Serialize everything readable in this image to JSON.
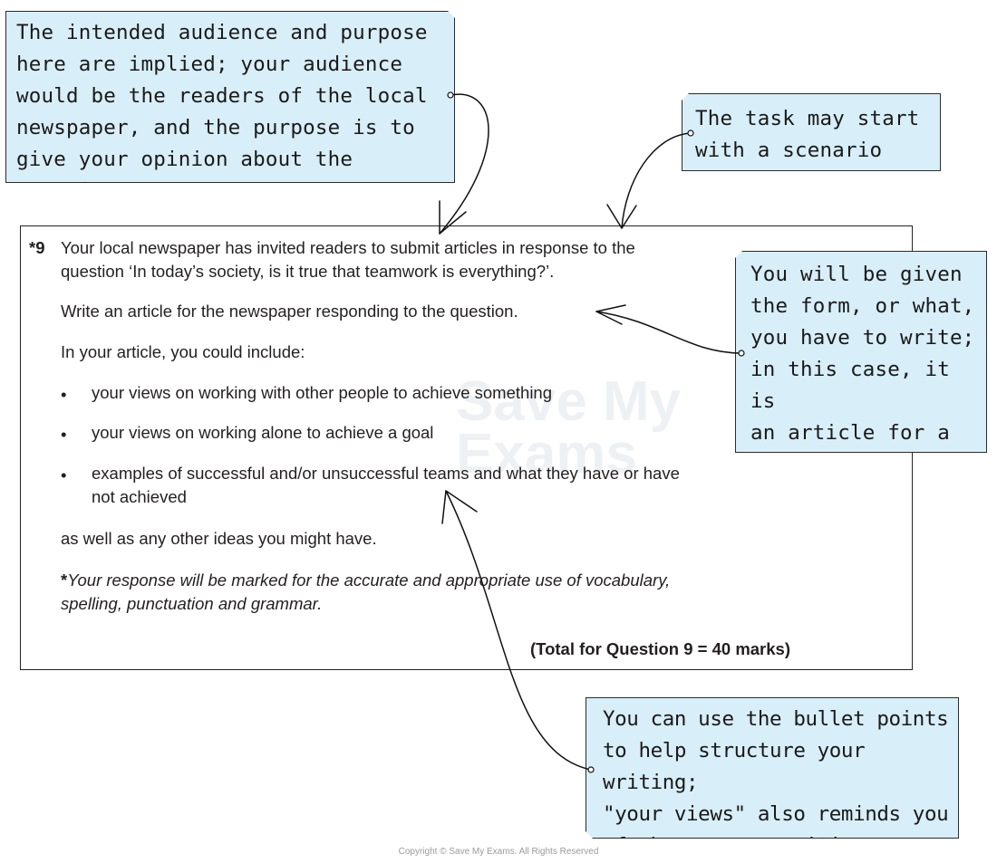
{
  "annotations": {
    "audience": "The intended audience and purpose\nhere are implied; your audience\nwould be the readers of the local\nnewspaper, and the purpose is to\ngive your opinion about the question",
    "scenario": "The task may start\nwith a scenario",
    "form": "You will be given\nthe form, or what,\nyou have to write;\nin this case, it is\nan article for a\nlocal newspaper",
    "bullets": "You can use the bullet points\nto help structure your writing;\n\"your views\" also reminds you\nof why you are writing"
  },
  "question": {
    "number": "*9",
    "line1": "Your local newspaper has invited readers to submit articles in response to the",
    "line2": "question ‘In today’s society, is it true that teamwork is everything?’.",
    "instruction": "Write an article for the newspaper responding to the question.",
    "intro": "In your article, you could include:",
    "bullet_symbol": "•",
    "bullets": [
      "your views on working with other people to achieve something",
      "your views on working alone to achieve a goal",
      "examples of successful and/or unsuccessful teams and what they have or have"
    ],
    "bullet3_continuation": "not achieved",
    "closing": "as well as any other ideas you might have.",
    "marking_asterisk": "*",
    "marking_line1": "Your response will be marked for the accurate and appropriate use of vocabulary,",
    "marking_line2": "spelling, punctuation and grammar.",
    "total": "(Total for Question 9 = 40 marks)"
  },
  "watermark": "Save My\nExams",
  "copyright": "Copyright © Save My Exams. All Rights Reserved",
  "colors": {
    "note_fill": "#d8eef8",
    "note_border": "#2b2b2b",
    "text": "#231f20"
  }
}
